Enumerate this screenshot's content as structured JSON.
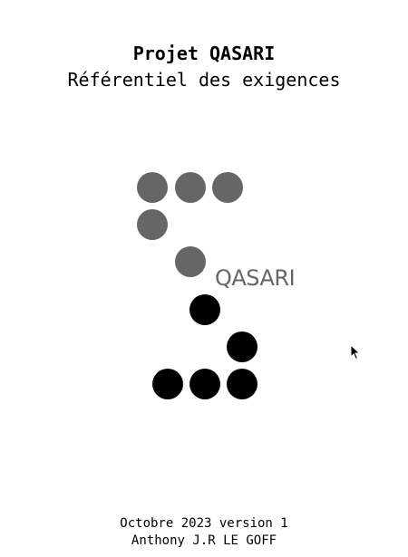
{
  "document": {
    "title": "Projet QASARI",
    "subtitle": "Référentiel des exigences"
  },
  "logo": {
    "text": "QASARI",
    "text_color": "#666666",
    "gray_dot_color": "#666666",
    "black_dot_color": "#000000",
    "icon": "dot-pattern-s-logo"
  },
  "footer": {
    "date_version": "Octobre 2023 version 1",
    "author": "Anthony J.R LE GOFF"
  },
  "cursor": {
    "icon": "mouse-pointer-icon"
  }
}
